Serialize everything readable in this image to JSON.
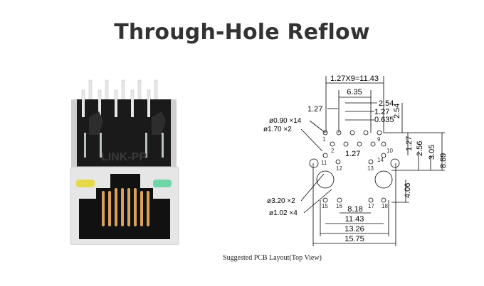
{
  "title": "Through-Hole Reflow",
  "photo": {
    "brand_watermark": "LINK-PP",
    "led_left_color": "#e5d84a",
    "led_right_color": "#6fd6a8"
  },
  "diagram": {
    "caption": "Suggested PCB Layout(Top View)",
    "dims": {
      "pitch_total": "1.27X9=11.43",
      "d635": "6.35",
      "d254a": "2.54",
      "d127a": "1.27",
      "d127b": "1.27",
      "d0635": "0.635",
      "d254v": "2.54",
      "d127v": "1.27",
      "d256": "2.56",
      "d305": "3.05",
      "d889": "8.89",
      "d127mid": "1.27",
      "d406": "4.06",
      "d818": "8.18",
      "d1143": "11.43",
      "d1326": "13.26",
      "d1575": "15.75"
    },
    "holes": {
      "h090": "ø0.90 ×14",
      "h170": "ø1.70 ×2",
      "h320": "ø3.20 ×2",
      "h102": "ø1.02 ×4"
    },
    "pins": [
      "1",
      "2",
      "9",
      "10",
      "11",
      "12",
      "13",
      "14",
      "15",
      "16",
      "17",
      "18"
    ]
  }
}
